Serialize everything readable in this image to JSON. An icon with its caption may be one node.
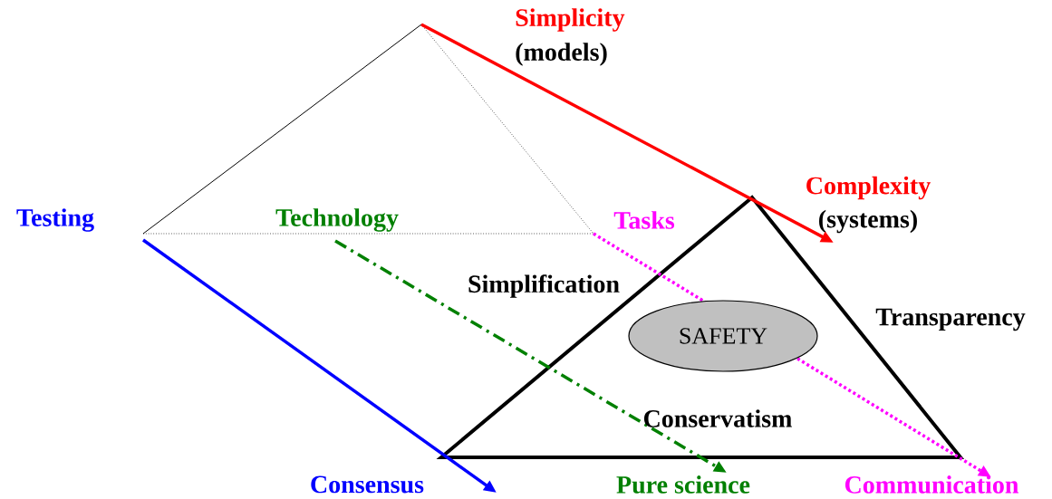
{
  "diagram": {
    "nodes": [
      {
        "text": [
          "SAFETY"
        ]
      },
      {
        "text": [
          "Complexity",
          "(systems)"
        ]
      },
      {
        "text": [
          "Consensus"
        ]
      },
      {
        "text": [
          "Pure science"
        ]
      },
      {
        "text": [
          "Communication"
        ]
      }
    ],
    "edges": [
      {
        "from": null,
        "to": 1,
        "arrow": "to",
        "color": "#ff0000"
      },
      {
        "from": null,
        "to": 2,
        "arrow": "to",
        "color": "#0000ff"
      },
      {
        "from": null,
        "to": 3,
        "arrow": "to",
        "style": "dashed",
        "color": "#008000"
      },
      {
        "from": null,
        "to": 4,
        "arrow": "to",
        "style": "dashed",
        "color": "#ff00ff"
      }
    ],
    "labels": [
      "Simplicity",
      "(models)",
      "Testing",
      "Technology",
      "Tasks",
      "Simplification",
      "Transparency",
      "Conservatism"
    ]
  }
}
